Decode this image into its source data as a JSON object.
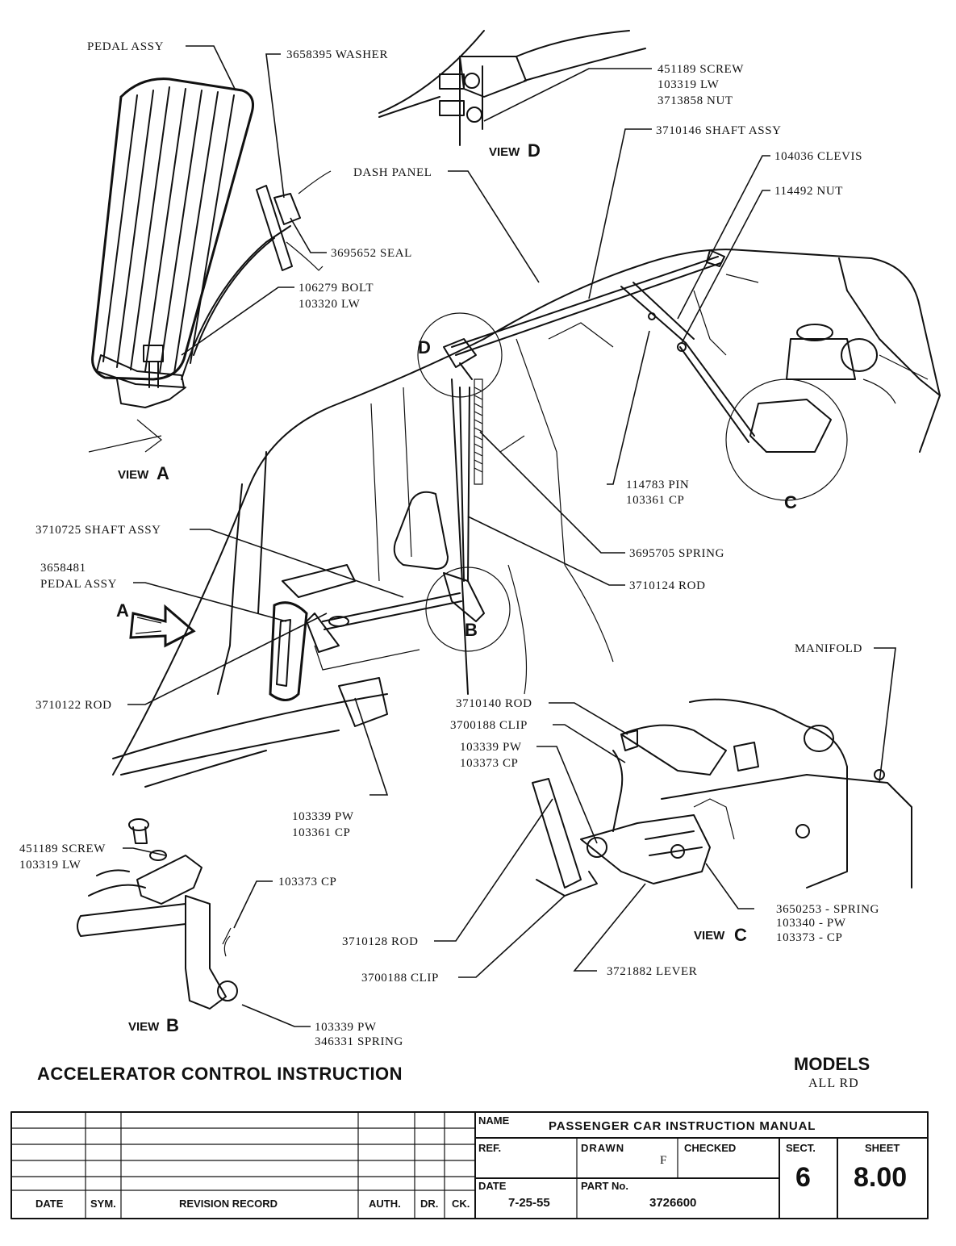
{
  "labels": {
    "pedal_assy_top": "PEDAL ASSY",
    "washer": "3658395 WASHER",
    "screw_d": [
      "451189  SCREW",
      "103319  LW",
      "3713858 NUT"
    ],
    "shaft_assy_top": "3710146 SHAFT ASSY",
    "clevis": "104036 CLEVIS",
    "nut": "114492 NUT",
    "dash_panel": "DASH PANEL",
    "seal": "3695652 SEAL",
    "bolt": [
      "106279 BOLT",
      "103320 LW"
    ],
    "pin": [
      "114783 PIN",
      "103361 CP"
    ],
    "spring_main": "3695705 SPRING",
    "shaft_assy_mid": "3710725 SHAFT ASSY",
    "pedal_assy_mid": [
      "3658481",
      "PEDAL ASSY"
    ],
    "rod_3710124": "3710124 ROD",
    "manifold": "MANIFOLD",
    "rod_3710122": "3710122 ROD",
    "rod_3710140": "3710140 ROD",
    "clip_top": "3700188 CLIP",
    "pw_cp_c": [
      "103339 PW",
      "103373 CP"
    ],
    "pw_cp_mid": [
      "103339 PW",
      "103361 CP"
    ],
    "screw_b": [
      "451189 SCREW",
      "103319 LW"
    ],
    "cp_b": "103373 CP",
    "spring_c": [
      "3650253 - SPRING",
      "103340  - PW",
      "103373  - CP"
    ],
    "rod_3710128": "3710128 ROD",
    "clip_bottom": "3700188 CLIP",
    "lever": "3721882 LEVER",
    "pw_spring_b": [
      "103339 PW",
      "346331 SPRING"
    ]
  },
  "views": {
    "view_d_word": "VIEW",
    "view_d_letter": "D",
    "view_a_word": "VIEW",
    "view_a_letter": "A",
    "view_b_word": "VIEW",
    "view_b_letter": "B",
    "view_c_word": "VIEW",
    "view_c_letter": "C",
    "callout_d": "D",
    "callout_b": "B",
    "callout_c": "C",
    "arrow_a": "A"
  },
  "title": "ACCELERATOR CONTROL INSTRUCTION",
  "models": {
    "heading": "MODELS",
    "value": "ALL RD"
  },
  "title_block": {
    "revision_headers": [
      "DATE",
      "SYM.",
      "REVISION RECORD",
      "AUTH.",
      "DR.",
      "CK."
    ],
    "name_label": "NAME",
    "name_value": "PASSENGER CAR INSTRUCTION MANUAL",
    "ref_label": "REF.",
    "drawn_label": "DRAWN",
    "drawn_value": "F",
    "checked_label": "CHECKED",
    "sect_label": "SECT.",
    "sect_value": "6",
    "sheet_label": "SHEET",
    "sheet_value": "8.00",
    "date_label": "DATE",
    "date_value": "7-25-55",
    "part_label": "PART No.",
    "part_value": "3726600"
  }
}
